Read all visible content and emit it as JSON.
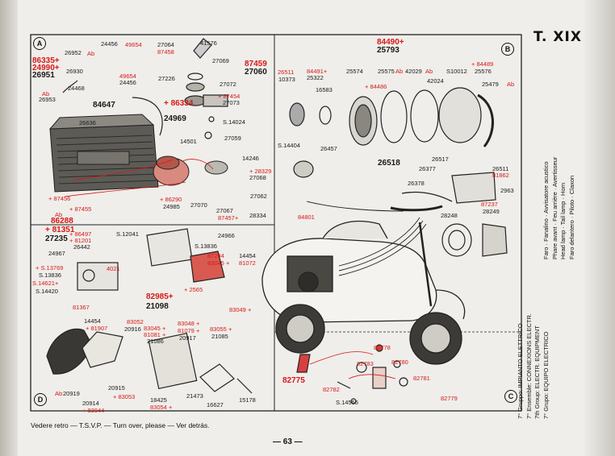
{
  "plate_title": "T. XIX",
  "sections": {
    "a": "A",
    "b": "B",
    "c": "C",
    "d": "D"
  },
  "labels_a": {
    "p26952": "26952",
    "ab1": "Ab",
    "p24456a": "24456",
    "p49654a": "49654",
    "p86335": "86335+",
    "p24990": "24990+",
    "p26951": "26951",
    "p26930": "26930",
    "p49654b": "49654",
    "p24456b": "24456",
    "p24468": "24468",
    "ab2": "Ab",
    "p26953": "26953",
    "p84647": "84647",
    "p26636": "26636",
    "p27064": "27064",
    "p87458": "87458",
    "p41576": "41576",
    "p27069": "27069",
    "p87459": "87459",
    "p27060": "27060",
    "p27226": "27226",
    "p27072": "27072",
    "p87454": "+ 87454",
    "p27073": "27073",
    "p86334": "+ 86334",
    "p24969": "24969",
    "s14024": "S.14024",
    "p27059": "27059",
    "p14501": "14501",
    "p14246": "14246",
    "p28329": "+ 28329",
    "p27068": "27068",
    "p27062": "27062",
    "p87456": "+ 87456",
    "p86290": "+ 86290",
    "p24985": "24985",
    "p27070": "27070",
    "p87455": "+ 87455",
    "p27067": "27067",
    "p87457": "87457+",
    "p28334": "28334",
    "ab3": "Ab",
    "p86288": "86288"
  },
  "labels_b": {
    "p84490": "84490+",
    "p25793": "25793",
    "p26511a": "26511",
    "p10373": "10373",
    "p84491": "84491+",
    "p25322": "25322",
    "p16583": "16583",
    "p25574": "25574",
    "p25575": "25575",
    "ab4": "Ab",
    "p42029": "42029",
    "ab5": "Ab",
    "s10012": "S10012",
    "p84489": "+ 84489",
    "p25576": "25576",
    "p42024": "42024",
    "p25479": "25479",
    "ab6": "Ab",
    "p84486": "+ 84486",
    "s14404": "S.14404",
    "p26457": "26457",
    "p26518": "26518",
    "p26517": "26517",
    "p26377": "26377",
    "p26511b": "26511",
    "p81862": "81862",
    "p26378": "26378",
    "p2963": "2963",
    "p87237": "87237",
    "p28249": "28249",
    "p28248": "28248",
    "p84801": "84801"
  },
  "labels_d": {
    "p81351": "+ 81351",
    "p27235": "27235",
    "p86497": "+ 86497",
    "p81201": "+ 81201",
    "p26442": "26442",
    "s12041": "S.12041",
    "p24966": "24966",
    "s13836a": "S.13836",
    "p24967": "24967",
    "s13769": "+ S.13769",
    "s13836b": "S.13836",
    "s14621": "S.14621+",
    "s14420": "S.14420",
    "p4021": "4021",
    "p81367": "81367",
    "p87294": "87294",
    "p83045a": "83045 +",
    "p14454a": "14454",
    "p81072": "81072",
    "p2565": "+ 2565",
    "p82985": "82985+",
    "p21098": "21098",
    "p83049": "83049 +",
    "p14454b": "14454",
    "p81907": "+ 81907",
    "p83052": "83052",
    "p20916": "20916",
    "p83045b": "83045 +",
    "p81081": "81081 +",
    "p21086": "21086",
    "p83048": "83048 +",
    "p81079": "81079 +",
    "p20917": "20917",
    "p83055": "83055 +",
    "p21085": "21085",
    "p20915": "20915",
    "ab7": "Ab",
    "p20919": "20919",
    "p83053": "+ 83053",
    "p20914": "20914",
    "p83044": "+ 83044",
    "p18425": "18425",
    "p83054": "83054 +",
    "p21473": "21473",
    "p16627": "16627",
    "p15178": "15178"
  },
  "labels_c": {
    "p82778": "82778",
    "p82783": "82783",
    "p82780": "82780",
    "p82775": "82775",
    "p82781": "82781",
    "p82782": "82782",
    "p82779": "82779",
    "s14555": "S.14555"
  },
  "groups": [
    "7° Gruppo: IMPIANTO ELETTRICO",
    "7° Ensemble: CONNEXIONS ELECTR.",
    "7th Group: ELECTR. EQUIPMENT",
    "7° Grupo: EQUIPO ELECTRICO"
  ],
  "components": [
    "Faro · Fanalino · Avvisatore acustico",
    "Phare avant · Feu arrière · Avertisseur",
    "Head lamp · Tail lamp · Horn",
    "Faro delantero · Piloto · Claxon"
  ],
  "footer": "Vedere retro — T.S.V.P. — Turn over, please — Ver detrás.",
  "page_number": "— 63 —"
}
